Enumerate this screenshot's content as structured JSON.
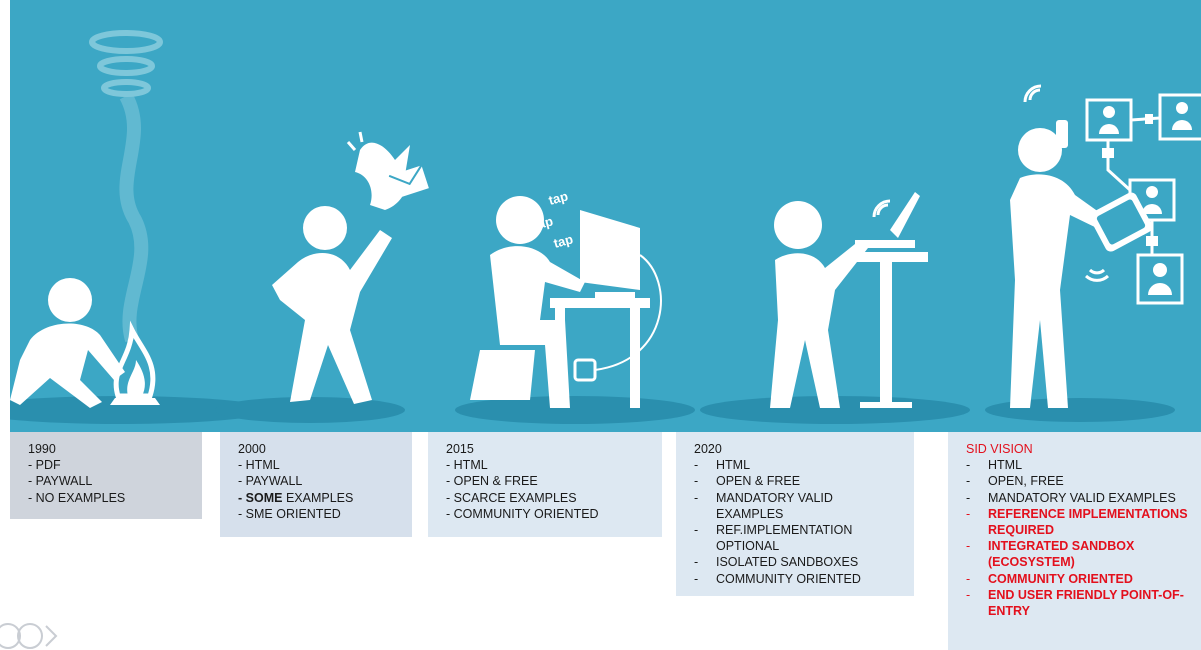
{
  "colors": {
    "banner": "#3ca7c5",
    "figure": "#ffffff",
    "shadow": "#2a8fae",
    "highlight": "#e3101d"
  },
  "scenes": [
    {
      "era": "1990",
      "icons": [
        "smoke-signal-icon",
        "fire-icon",
        "kneeling-person-icon"
      ]
    },
    {
      "era": "2000",
      "icons": [
        "carrier-pigeon-icon",
        "letter-icon",
        "throwing-person-icon"
      ],
      "sound": ""
    },
    {
      "era": "2015",
      "icons": [
        "desktop-computer-icon",
        "person-typing-icon"
      ],
      "sounds": [
        "tap",
        "tap",
        "tap"
      ]
    },
    {
      "era": "2020",
      "icons": [
        "laptop-icon",
        "wifi-icon",
        "standing-person-icon"
      ]
    },
    {
      "era": "SID VISION",
      "icons": [
        "tablet-icon",
        "phone-call-icon",
        "network-nodes-icon",
        "wifi-icon"
      ]
    }
  ],
  "tap_labels": [
    "tap",
    "tap",
    "tap"
  ],
  "cards": [
    {
      "id": "1990",
      "heading": "1990",
      "items": [
        {
          "dash": "-",
          "text": "PDF"
        },
        {
          "dash": "-",
          "text": "PAYWALL"
        },
        {
          "dash": "-",
          "text": "NO EXAMPLES"
        }
      ]
    },
    {
      "id": "2000",
      "heading": "2000",
      "items": [
        {
          "dash": "-",
          "text": "HTML"
        },
        {
          "dash": "-",
          "text": "PAYWALL"
        },
        {
          "dash": "-",
          "bold": "SOME",
          "text": "EXAMPLES"
        },
        {
          "dash": "-",
          "text": "SME ORIENTED"
        }
      ]
    },
    {
      "id": "2015",
      "heading": "2015",
      "items": [
        {
          "dash": "-",
          "text": "HTML"
        },
        {
          "dash": "-",
          "text": "OPEN & FREE"
        },
        {
          "dash": "-",
          "text": "SCARCE EXAMPLES"
        },
        {
          "dash": "-",
          "text": "COMMUNITY ORIENTED"
        }
      ]
    },
    {
      "id": "2020",
      "heading": "2020",
      "items": [
        {
          "dash": "-",
          "text": "HTML"
        },
        {
          "dash": "-",
          "text": "OPEN & FREE"
        },
        {
          "dash": "-",
          "text": "MANDATORY VALID EXAMPLES"
        },
        {
          "dash": "-",
          "text": "REF.IMPLEMENTATION OPTIONAL"
        },
        {
          "dash": "-",
          "text": "ISOLATED SANDBOXES"
        },
        {
          "dash": "-",
          "text": "COMMUNITY ORIENTED"
        }
      ]
    },
    {
      "id": "sid",
      "heading": "SID VISION",
      "items": [
        {
          "dash": "-",
          "text": "HTML"
        },
        {
          "dash": "-",
          "text": "OPEN, FREE"
        },
        {
          "dash": "-",
          "text": "MANDATORY VALID EXAMPLES"
        },
        {
          "dash": "-",
          "text": "REFERENCE IMPLEMENTATIONS REQUIRED"
        },
        {
          "dash": "-",
          "text": "INTEGRATED SANDBOX (ECOSYSTEM)"
        },
        {
          "dash": "-",
          "text": "COMMUNITY ORIENTED"
        },
        {
          "dash": "-",
          "text": "END USER FRIENDLY POINT-OF-ENTRY"
        }
      ]
    }
  ],
  "logo": {
    "icon": "partial-logo-icon"
  }
}
